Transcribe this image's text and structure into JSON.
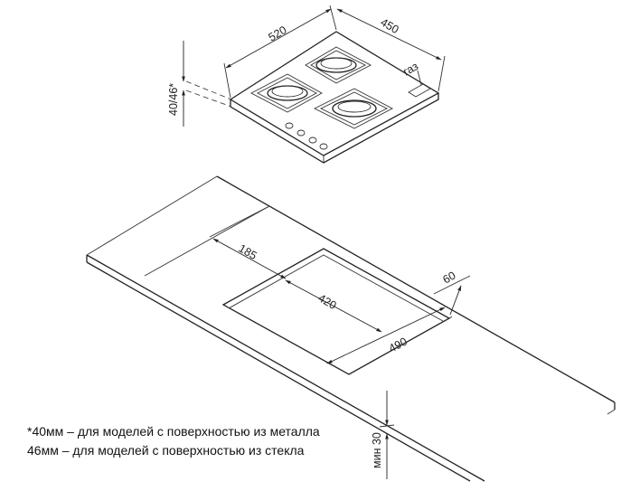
{
  "hob": {
    "width_label": "520",
    "depth_label": "450",
    "height_label": "40/46*",
    "gas_label": "газ"
  },
  "cutout": {
    "offset_label": "185",
    "width_label": "420",
    "depth_label": "490",
    "edge_label": "60",
    "min_label": "мин 30"
  },
  "notes": {
    "line1": "*40мм – для моделей с поверхностью из металла",
    "line2": "46мм – для моделей с поверхностью из стекла"
  }
}
